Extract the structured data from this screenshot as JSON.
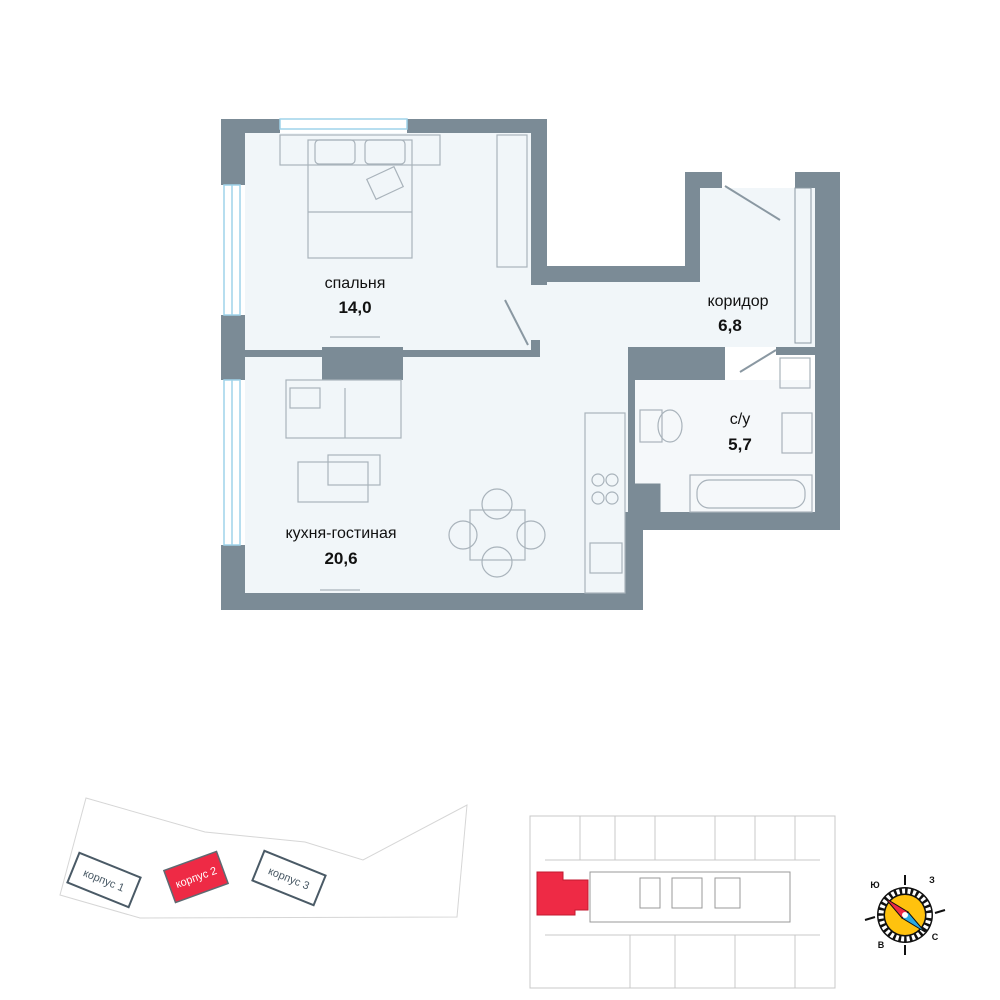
{
  "colors": {
    "wall": "#7b8b96",
    "floor": "#f1f6f9",
    "highlight": "#ee2a45",
    "compass_ring": "#ffc20e",
    "compass_north": "#29aae1"
  },
  "rooms": [
    {
      "name": "спальня",
      "area": "14,0"
    },
    {
      "name": "коридор",
      "area": "6,8"
    },
    {
      "name": "с/у",
      "area": "5,7"
    },
    {
      "name": "кухня-гостиная",
      "area": "20,6"
    }
  ],
  "site_plan": {
    "buildings": [
      {
        "label": "корпус 1",
        "selected": false
      },
      {
        "label": "корпус 2",
        "selected": true
      },
      {
        "label": "корпус 3",
        "selected": false
      }
    ]
  },
  "compass": {
    "letters": [
      "Ю",
      "З",
      "В",
      "С"
    ]
  }
}
